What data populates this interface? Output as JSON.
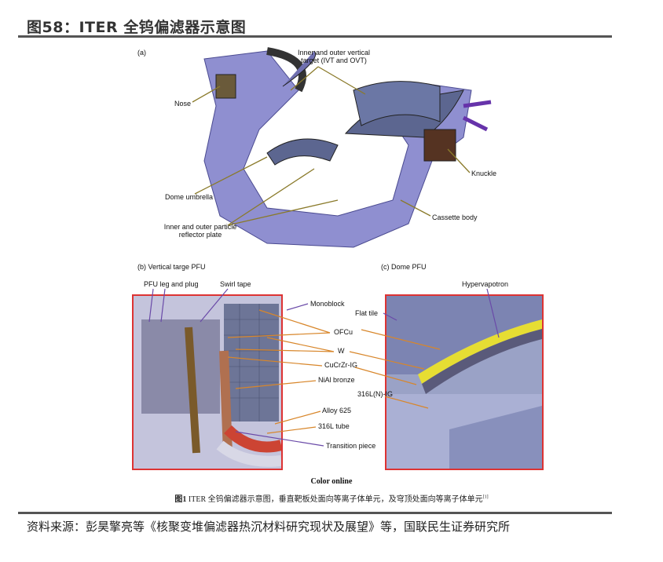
{
  "title": "图58：ITER 全钨偏滤器示意图",
  "source": "资料来源：彭昊擎亮等《核聚变堆偏滤器热沉材料研究现状及展望》等，国联民生证券研究所",
  "figure": {
    "panel_a": {
      "tag": "(a)",
      "labels": {
        "ivt_ovt": "Inner and outer vertical target (IVT and OVT)",
        "nose": "Nose",
        "knuckle": "Knuckle",
        "dome_umbrella": "Dome  umbrella",
        "cassette_body": "Cassette body",
        "reflector_plate": "Inner and outer particle reflector plate"
      }
    },
    "panel_b": {
      "tag": "(b)  Vertical targe PFU",
      "labels": [
        "PFU leg and plug",
        "Swirl tape",
        "Monoblock",
        "OFCu",
        "W",
        "CuCrZr-IG",
        "NiAl bronze",
        "Alloy 625",
        "316L tube",
        "Transition piece"
      ]
    },
    "panel_c": {
      "tag": "(c)  Dome PFU",
      "labels": [
        "Hypervapotron",
        "Flat tile",
        "316L(N)-IG"
      ]
    },
    "color_online": "Color online",
    "caption_num": "图1",
    "caption_text": " ITER 全钨偏滤器示意图，垂直靶板处面向等离子体单元，及穹顶处面向等离子体单元",
    "caption_ref": "[1]"
  }
}
